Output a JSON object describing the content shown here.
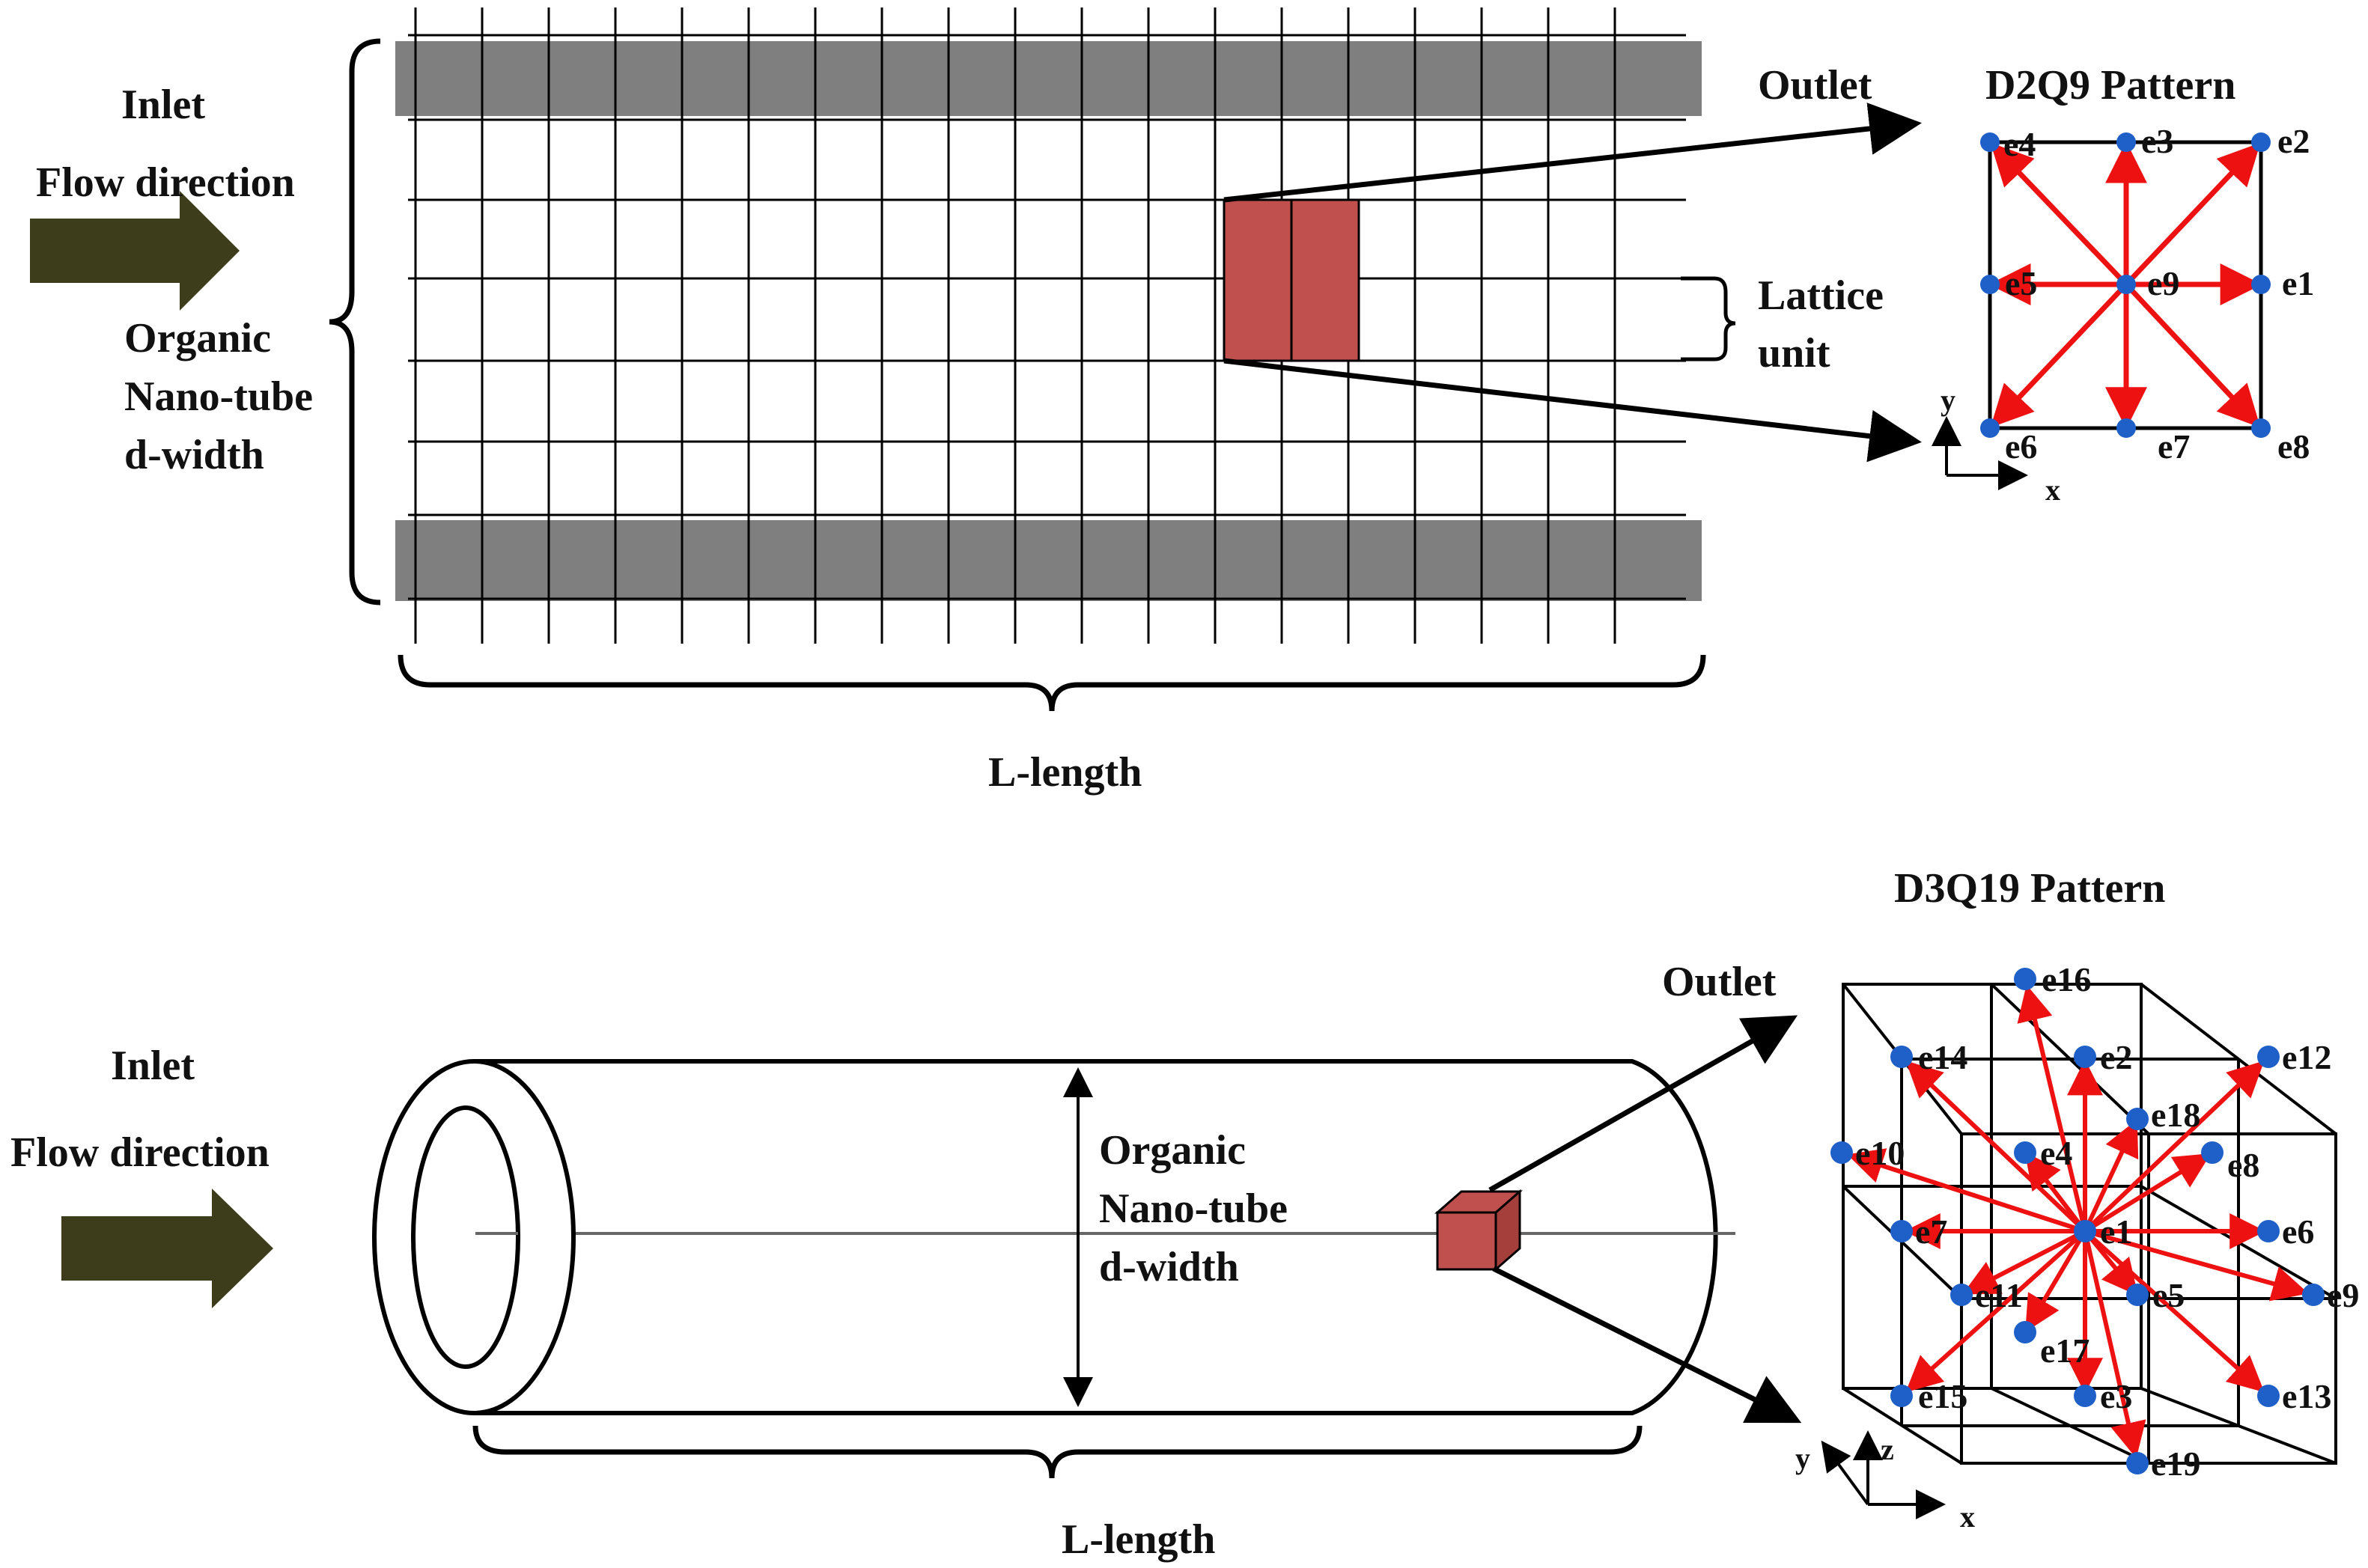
{
  "top": {
    "inlet": "Inlet",
    "flow_direction": "Flow direction",
    "tube_label_1": "Organic",
    "tube_label_2": "Nano-tube",
    "tube_label_3": "d-width",
    "outlet": "Outlet",
    "lattice_unit_1": "Lattice",
    "lattice_unit_2": "unit",
    "length": "L-length"
  },
  "d2q9": {
    "title": "D2Q9  Pattern",
    "axis_x": "x",
    "axis_y": "y",
    "nodes": [
      "e1",
      "e2",
      "e3",
      "e4",
      "e5",
      "e6",
      "e7",
      "e8",
      "e9"
    ]
  },
  "bottom": {
    "inlet": "Inlet",
    "flow_direction": "Flow direction",
    "tube_label_1": "Organic",
    "tube_label_2": "Nano-tube",
    "tube_label_3": "d-width",
    "outlet": "Outlet",
    "length": "L-length"
  },
  "d3q19": {
    "title": "D3Q19  Pattern",
    "axis_x": "x",
    "axis_y": "y",
    "axis_z": "z",
    "nodes": [
      "e1",
      "e2",
      "e3",
      "e4",
      "e5",
      "e6",
      "e7",
      "e8",
      "e9",
      "e10",
      "e11",
      "e12",
      "e13",
      "e14",
      "e15",
      "e16",
      "e17",
      "e18",
      "e19"
    ]
  },
  "colors": {
    "arrow_fill": "#3d3d1c",
    "wall_gray": "#7f7f7f",
    "highlight_red": "#c0504d",
    "vector_red": "#ee1111",
    "node_blue": "#1f5fc8"
  }
}
